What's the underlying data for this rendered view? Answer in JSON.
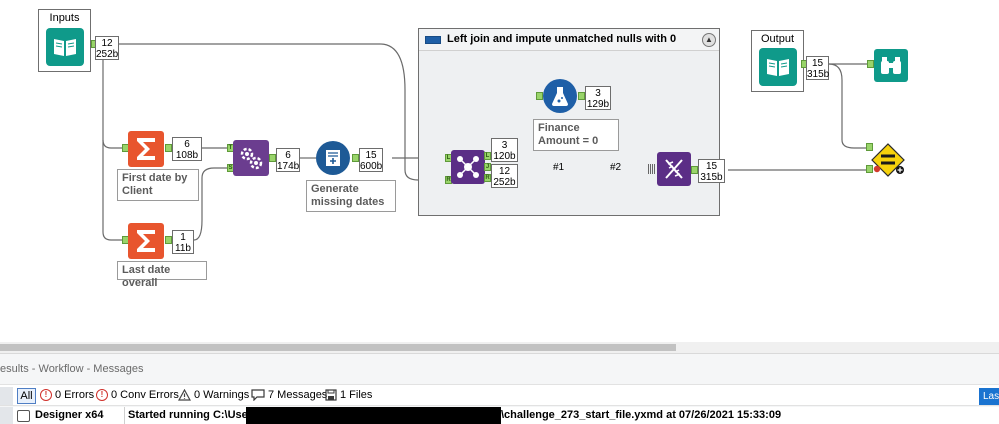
{
  "canvas": {
    "containers": {
      "inputs_title": "Inputs",
      "output_title": "Output",
      "join_title": "Left join and impute unmatched nulls with 0",
      "join_collapse_icon": "chevron-up-icon"
    },
    "tools": {
      "input": {
        "icon": "book-icon",
        "count": "12",
        "size": "252b"
      },
      "summarize_first": {
        "icon": "sigma-icon",
        "count": "6",
        "size": "108b"
      },
      "summarize_last": {
        "icon": "sigma-icon",
        "count": "1",
        "size": "11b"
      },
      "append_fields": {
        "icon": "gears-icon",
        "count": "6",
        "size": "174b"
      },
      "generate_rows": {
        "icon": "list-plus-icon",
        "count": "15",
        "size": "600b"
      },
      "join": {
        "icon": "join-icon",
        "l_count": "3",
        "l_size": "120b",
        "j_count": "12",
        "j_size": "252b"
      },
      "formula": {
        "icon": "flask-icon",
        "count": "3",
        "size": "129b"
      },
      "union": {
        "icon": "dna-icon",
        "count": "15",
        "size": "315b"
      },
      "output_input": {
        "icon": "book-icon",
        "count": "15",
        "size": "315b"
      },
      "browse": {
        "icon": "binoculars-icon"
      },
      "test": {
        "icon": "equals-diamond-icon"
      }
    },
    "annotations": {
      "first_date": "First date by Client",
      "last_date": "Last date overall",
      "generate": "Generate missing dates",
      "formula": "Finance Amount = 0"
    },
    "wire_labels": [
      "#1",
      "#2"
    ],
    "colors": {
      "input_teal": "#0f9a8a",
      "summarize_orange": "#e8552e",
      "append_purple": "#6b3d8f",
      "generate_blue": "#1e5a96",
      "join_purple": "#5b2e86",
      "formula_blue": "#1f5fa7",
      "anchor_green": "#99d46a"
    }
  },
  "results": {
    "title": "esults - Workflow - Messages",
    "toolbar": {
      "all": "All",
      "errors": "0 Errors",
      "conv_errors": "0 Conv Errors",
      "warnings": "0 Warnings",
      "messages": "7 Messages",
      "files": "1 Files",
      "last": "Las"
    },
    "row": {
      "source": "Designer x64",
      "message_start": "Started running C:\\Users",
      "message_end": "\\challenge_273_start_file.yxmd at 07/26/2021 15:33:09"
    }
  }
}
